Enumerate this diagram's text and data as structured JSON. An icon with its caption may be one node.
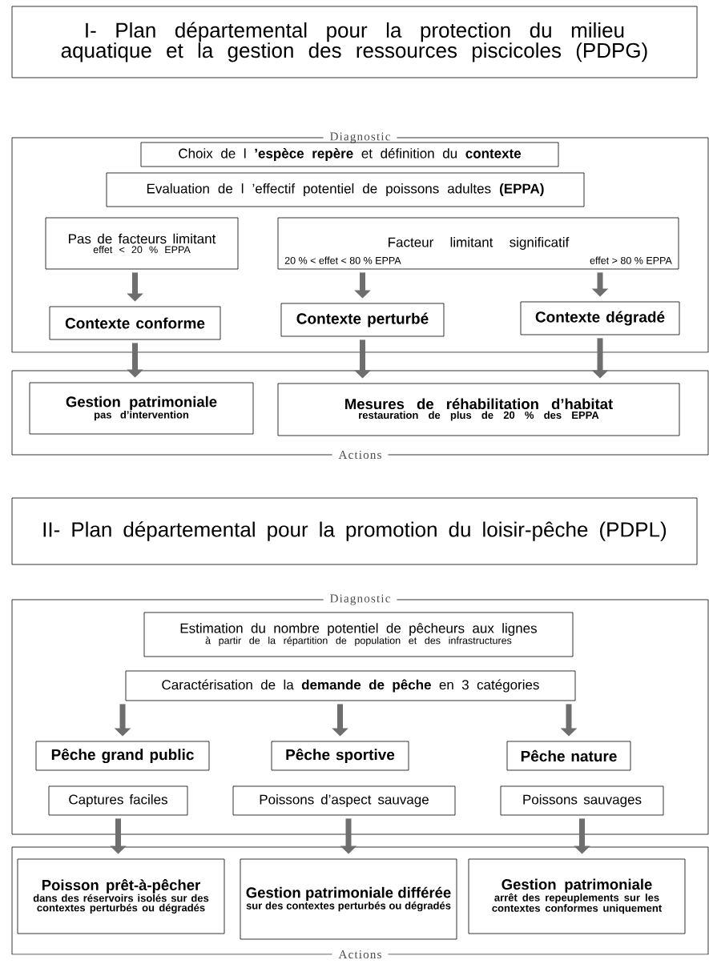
{
  "diagram": {
    "nodes": [
      {
        "text": [
          "I- Plan départemental pour la protection du milieu aquatique et la gestion des ressources piscicoles (PDPG)"
        ]
      },
      {
        "text": [
          "Diagnostic"
        ]
      },
      {
        "text": [
          "Choix de l **’espèce repère** et définition du **contexte**"
        ],
        "in": 1
      },
      {
        "text": [
          "Evaluation de l ’effectif potentiel de poissons adultes **(EPPA)**"
        ],
        "in": 1
      },
      {
        "text": [
          "Pas de facteurs limitant",
          "effet < 20 % EPPA"
        ],
        "in": 1
      },
      {
        "text": [
          "Facteur limitant significatif",
          "20 % < effet < 80 % EPPA",
          "effet > 80 % EPPA"
        ],
        "in": 1
      },
      {
        "text": [
          "Contexte conforme"
        ],
        "in": 1
      },
      {
        "text": [
          "Contexte perturbé"
        ],
        "in": 1
      },
      {
        "text": [
          "Contexte dégradé"
        ],
        "in": 1
      },
      {
        "text": [
          "Actions"
        ]
      },
      {
        "text": [
          "Gestion patrimoniale",
          "pas d’intervention"
        ],
        "in": 9
      },
      {
        "text": [
          "Mesures de réhabilitation d’habitat",
          "restauration de plus de 20 % des EPPA"
        ],
        "in": 9
      },
      {
        "text": [
          "II- Plan départemental pour la promotion du loisir-pêche (PDPL)"
        ]
      },
      {
        "text": [
          "Diagnostic"
        ]
      },
      {
        "text": [
          "Estimation du nombre potentiel de pêcheurs aux lignes",
          "à partir de la répartition de population et des infrastructures"
        ],
        "in": 13
      },
      {
        "text": [
          "Caractérisation de la **demande de pêche** en 3 catégories"
        ],
        "in": 13
      },
      {
        "text": [
          "Pêche grand public"
        ],
        "in": 13
      },
      {
        "text": [
          "Pêche sportive"
        ],
        "in": 13
      },
      {
        "text": [
          "Pêche nature"
        ],
        "in": 13
      },
      {
        "text": [
          "Captures faciles"
        ],
        "in": 13
      },
      {
        "text": [
          "Poissons d’aspect sauvage"
        ],
        "in": 13
      },
      {
        "text": [
          "Poissons sauvages"
        ],
        "in": 13
      },
      {
        "text": [
          "Actions"
        ]
      },
      {
        "text": [
          "Poisson prêt-à-pêcher",
          "dans des réservoirs isolés sur des contextes perturbés ou dégradés"
        ],
        "in": 22
      },
      {
        "text": [
          "Gestion patrimoniale différée",
          "sur des contextes perturbés ou dégradés"
        ],
        "in": 22
      },
      {
        "text": [
          "Gestion patrimoniale",
          "arrêt des repeuplements sur les contextes conformes uniquement"
        ],
        "in": 22
      }
    ],
    "edges": [
      {
        "from": 4,
        "to": 6,
        "arrow": "to"
      },
      {
        "from": 5,
        "to": 7,
        "arrow": "to"
      },
      {
        "from": 5,
        "to": 8,
        "arrow": "to"
      },
      {
        "from": 6,
        "to": 10,
        "arrow": "to"
      },
      {
        "from": 7,
        "to": 11,
        "arrow": "to"
      },
      {
        "from": 8,
        "to": 11,
        "arrow": "to"
      },
      {
        "from": 15,
        "to": 16,
        "arrow": "to"
      },
      {
        "from": 15,
        "to": 17,
        "arrow": "to"
      },
      {
        "from": 15,
        "to": 18,
        "arrow": "to"
      },
      {
        "from": 19,
        "to": 23,
        "arrow": "to"
      },
      {
        "from": 20,
        "to": 24,
        "arrow": "to"
      },
      {
        "from": 21,
        "to": 25,
        "arrow": "to"
      }
    ]
  }
}
